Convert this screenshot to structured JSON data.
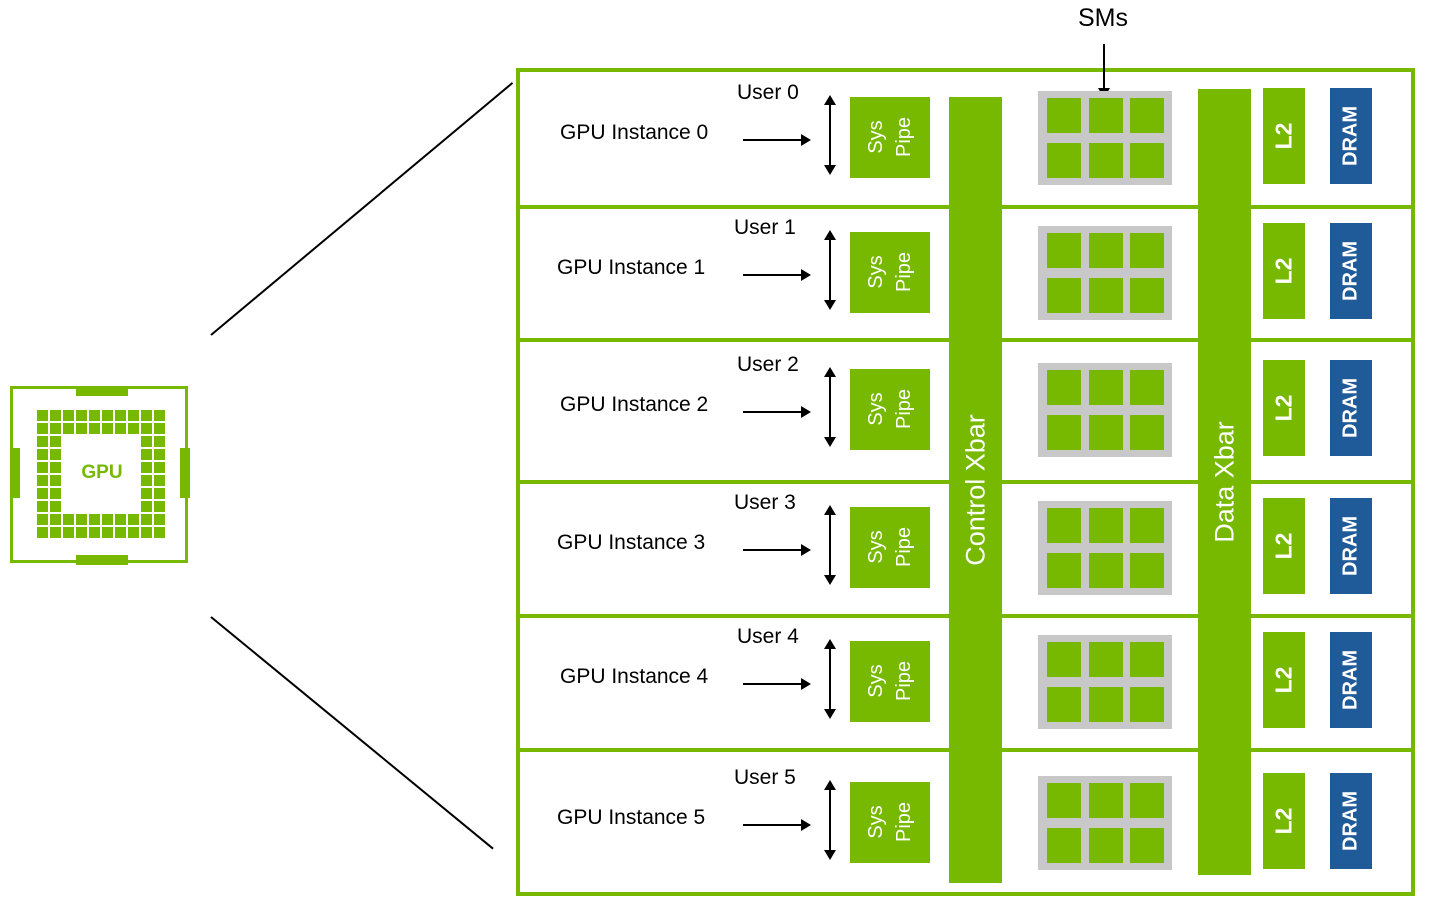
{
  "colors": {
    "accent": "#76b900",
    "dram": "#1f5a99",
    "sm_background": "#c8c8c8"
  },
  "chip": {
    "label": "GPU"
  },
  "sms_label": "SMs",
  "control_xbar_label": "Control Xbar",
  "data_xbar_label": "Data Xbar",
  "instances": [
    {
      "name": "GPU Instance 0",
      "user": "User 0",
      "sys": "Sys",
      "pipe": "Pipe",
      "l2": "L2",
      "dram": "DRAM"
    },
    {
      "name": "GPU Instance 1",
      "user": "User 1",
      "sys": "Sys",
      "pipe": "Pipe",
      "l2": "L2",
      "dram": "DRAM"
    },
    {
      "name": "GPU Instance 2",
      "user": "User 2",
      "sys": "Sys",
      "pipe": "Pipe",
      "l2": "L2",
      "dram": "DRAM"
    },
    {
      "name": "GPU Instance 3",
      "user": "User 3",
      "sys": "Sys",
      "pipe": "Pipe",
      "l2": "L2",
      "dram": "DRAM"
    },
    {
      "name": "GPU Instance 4",
      "user": "User 4",
      "sys": "Sys",
      "pipe": "Pipe",
      "l2": "L2",
      "dram": "DRAM"
    },
    {
      "name": "GPU Instance 5",
      "user": "User 5",
      "sys": "Sys",
      "pipe": "Pipe",
      "l2": "L2",
      "dram": "DRAM"
    }
  ]
}
